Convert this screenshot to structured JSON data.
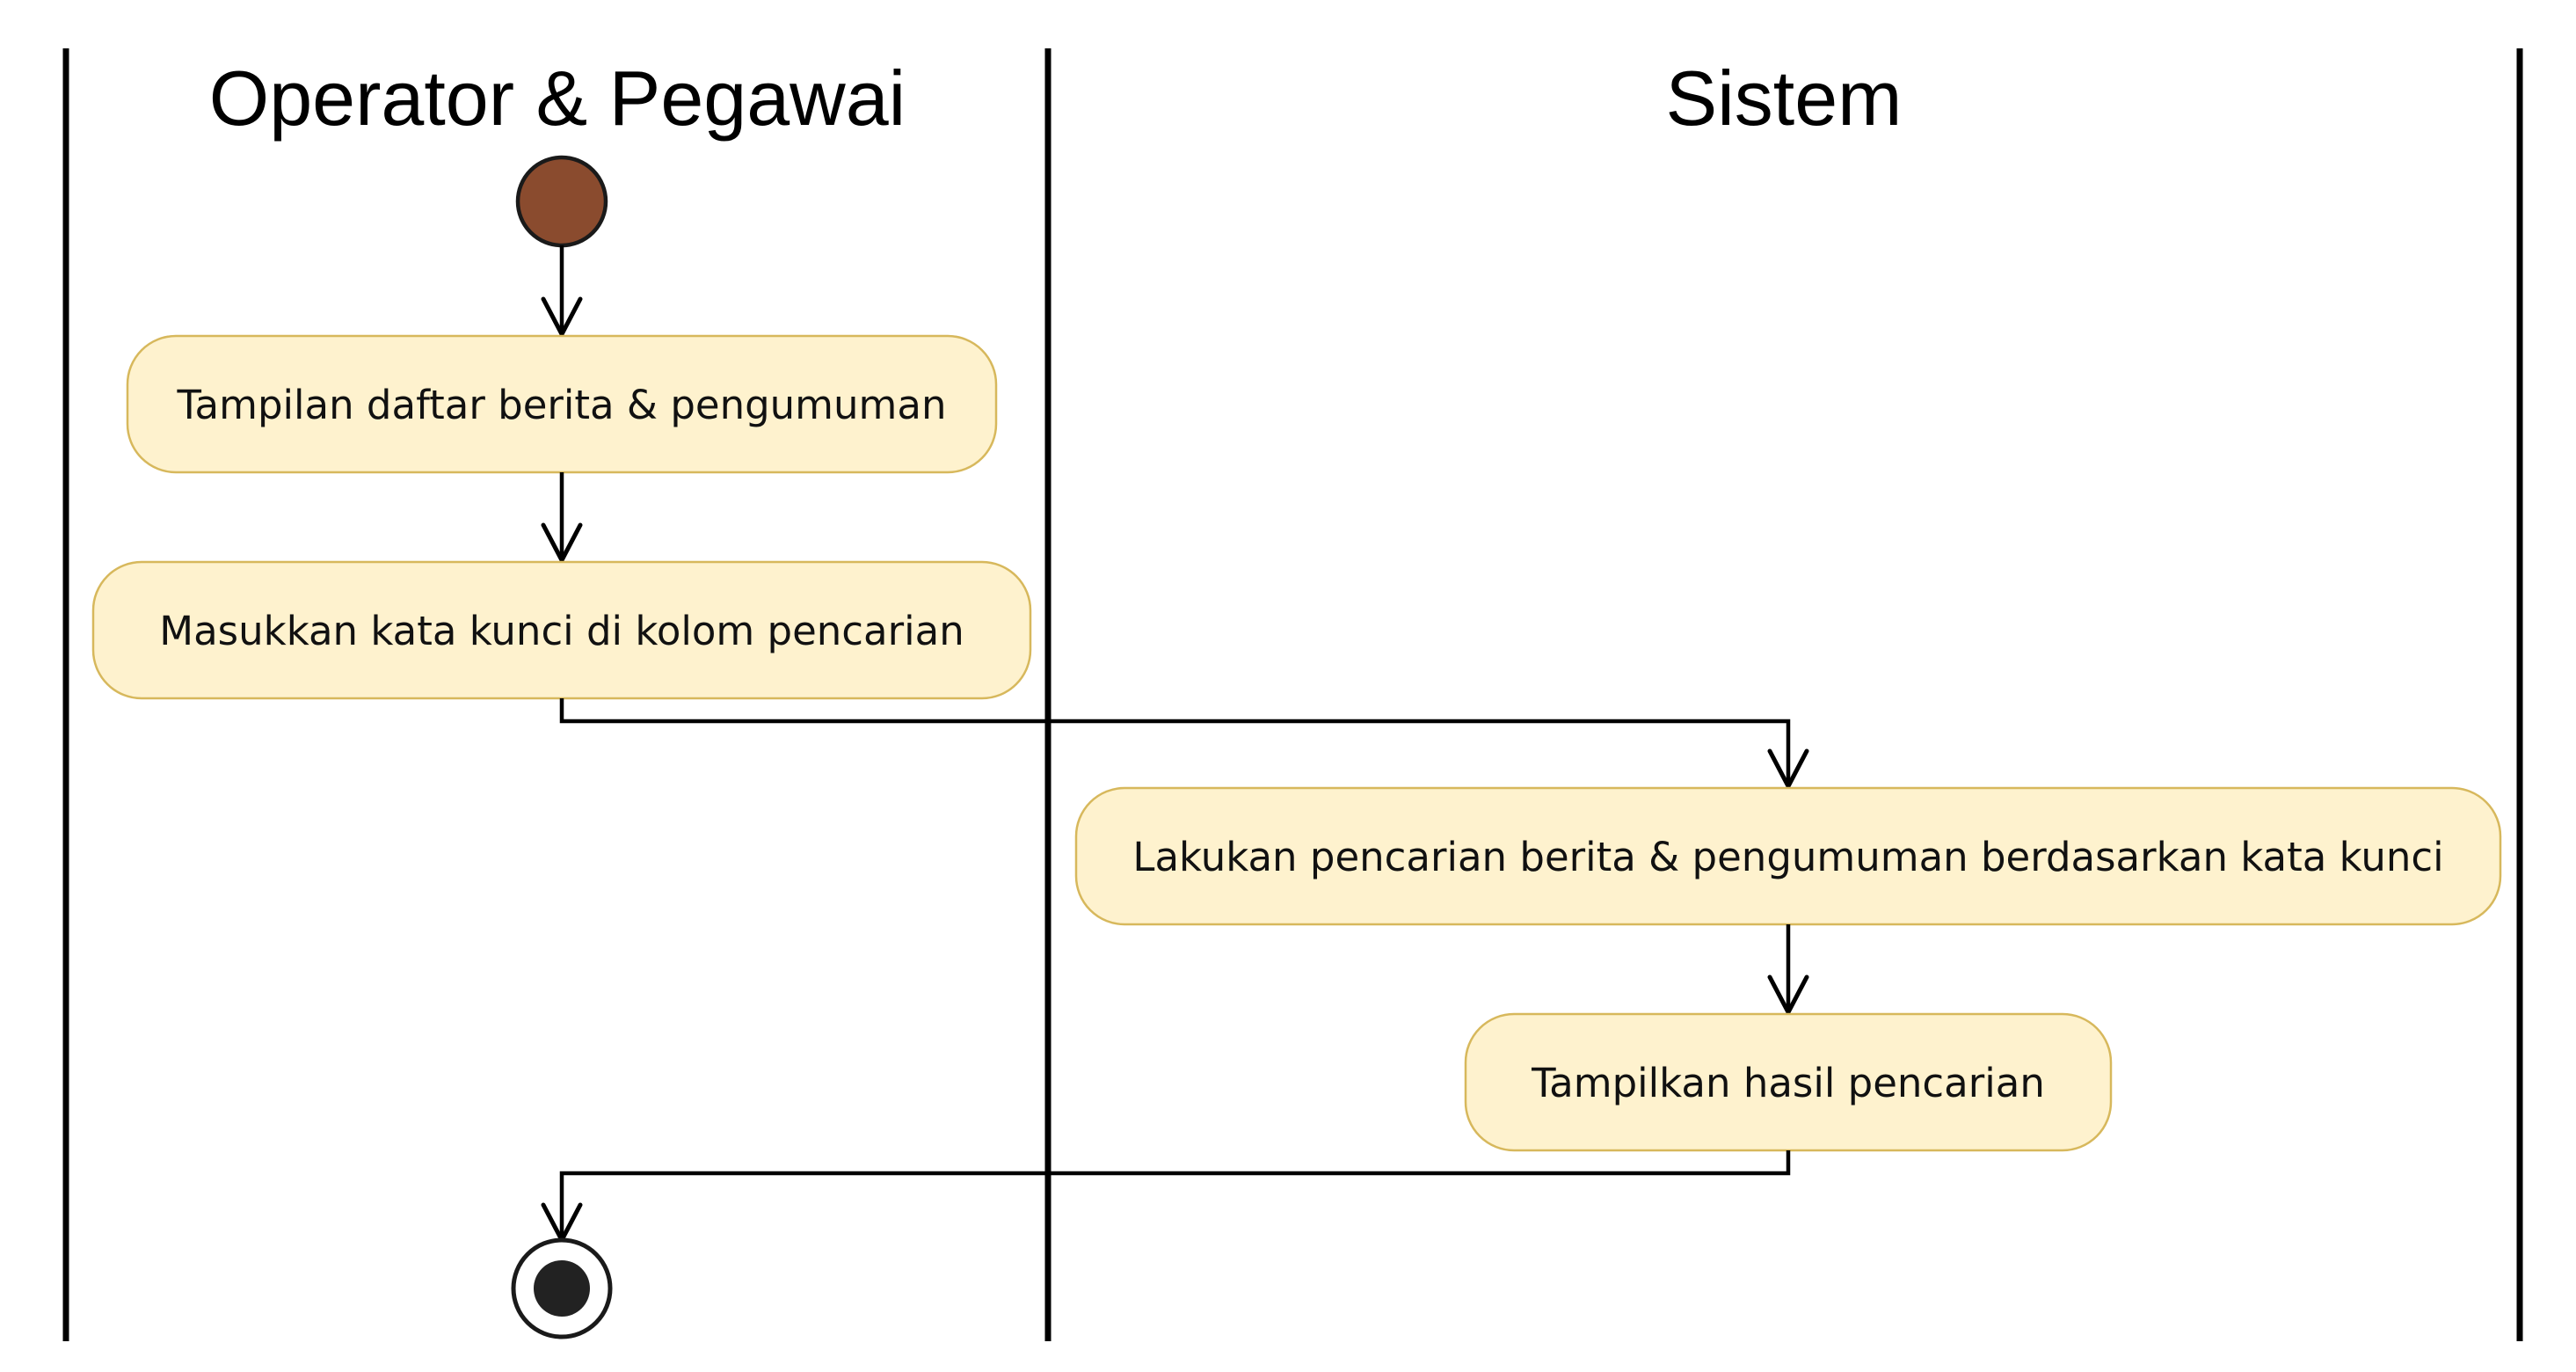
{
  "swimlanes": [
    {
      "title": "Operator & Pegawai"
    },
    {
      "title": "Sistem"
    }
  ],
  "actions": [
    {
      "text": "Tampilan daftar berita & pengumuman"
    },
    {
      "text": "Masukkan kata kunci di kolom pencarian"
    },
    {
      "text": "Lakukan pencarian berita & pengumuman berdasarkan kata kunci"
    },
    {
      "text": "Tampilkan hasil pencarian"
    }
  ],
  "colors": {
    "initial_node": "#8a4b2e",
    "final_node": "#222222",
    "action_fill": "#fef2ce",
    "action_border": "#d7b85c"
  }
}
